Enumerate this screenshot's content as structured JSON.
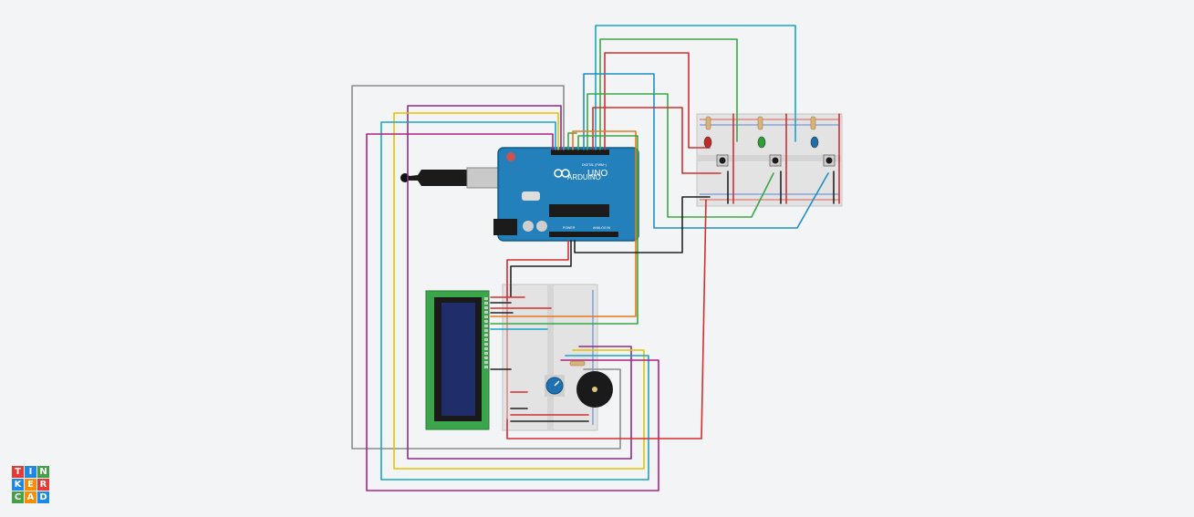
{
  "arduino": {
    "brand": "ARDUINO",
    "model": "UNO",
    "digital_label": "DIGITAL (PWM~)",
    "power_label": "POWER",
    "analog_label": "ANALOG IN"
  },
  "lcd": {
    "rows": 2,
    "cols": 16
  },
  "leds": [
    {
      "color": "#c62828",
      "name": "red"
    },
    {
      "color": "#2e9d3a",
      "name": "green"
    },
    {
      "color": "#1d6fa8",
      "name": "blue"
    }
  ],
  "wire_colors": {
    "red": "#d32f2f",
    "black": "#222222",
    "green": "#3aa845",
    "blue": "#1e8fc4",
    "cyan": "#1aa3c8",
    "yellow": "#e6c200",
    "purple": "#8e2a8e",
    "magenta": "#b0237f",
    "gray": "#8c8c8c",
    "orange": "#e57a1e"
  },
  "logo": {
    "letters": [
      "T",
      "I",
      "N",
      "K",
      "E",
      "R",
      "C",
      "A",
      "D"
    ],
    "colors": [
      "#e53935",
      "#1e88e5",
      "#43a047",
      "#1e88e5",
      "#fb8c00",
      "#e53935",
      "#43a047",
      "#fb8c00",
      "#1e88e5"
    ]
  }
}
